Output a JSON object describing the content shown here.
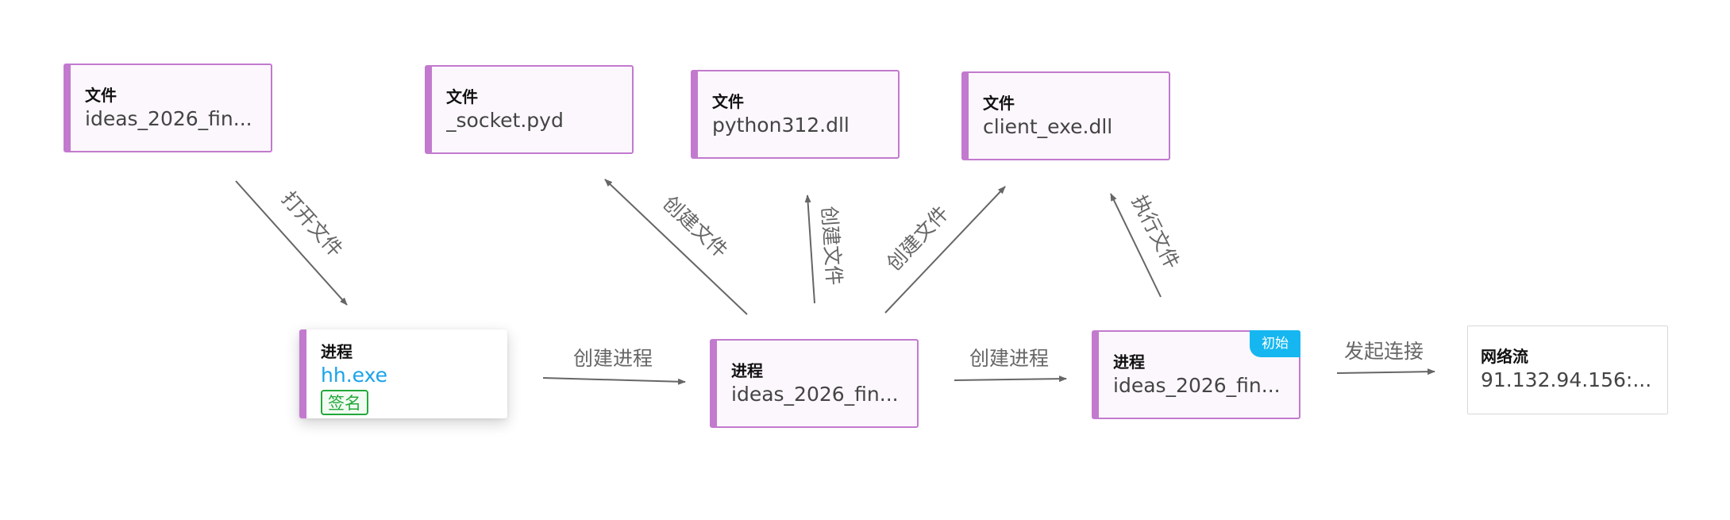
{
  "nodes": {
    "file_ideas": {
      "type": "文件",
      "name": "ideas_2026_fin..."
    },
    "file_socket": {
      "type": "文件",
      "name": "_socket.pyd"
    },
    "file_python": {
      "type": "文件",
      "name": "python312.dll"
    },
    "file_client": {
      "type": "文件",
      "name": "client_exe.dll"
    },
    "proc_hh": {
      "type": "进程",
      "name": "hh.exe",
      "tag": "签名"
    },
    "proc_ideas_mid": {
      "type": "进程",
      "name": "ideas_2026_fin..."
    },
    "proc_ideas_right": {
      "type": "进程",
      "name": "ideas_2026_fin...",
      "badge": "初始"
    },
    "net_flow": {
      "type": "网络流",
      "name": "91.132.94.156:..."
    }
  },
  "edges": {
    "open_file": "打开文件",
    "create_file_socket": "创建文件",
    "create_file_python": "创建文件",
    "create_file_client": "创建文件",
    "execute_file": "执行文件",
    "create_process_1": "创建进程",
    "create_process_2": "创建进程",
    "connect": "发起连接"
  },
  "colors": {
    "node_accent": "#c27ace",
    "node_fill": "#fcf7fd",
    "edge": "#666666",
    "link_text": "#1aa3e8",
    "signed_tag": "#23a83b",
    "badge": "#16b7f0"
  }
}
